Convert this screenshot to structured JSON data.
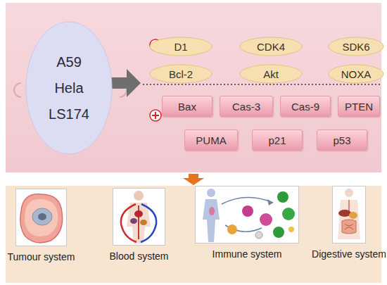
{
  "diagram": {
    "nodes": [
      {
        "text": [
          "A59",
          "Hela",
          "LS174"
        ]
      },
      {
        "text": [
          "D1"
        ]
      },
      {
        "text": [
          "CDK4"
        ]
      },
      {
        "text": [
          "SDK6"
        ]
      },
      {
        "text": [
          "Bcl-2"
        ]
      },
      {
        "text": [
          "Akt"
        ]
      },
      {
        "text": [
          "NOXA"
        ]
      },
      {
        "text": [
          "Bax"
        ]
      },
      {
        "text": [
          "Cas-3"
        ]
      },
      {
        "text": [
          "Cas-9"
        ]
      },
      {
        "text": [
          "PTEN"
        ]
      },
      {
        "text": [
          "PUMA"
        ]
      },
      {
        "text": [
          "p21"
        ]
      },
      {
        "text": [
          "p53"
        ]
      },
      {
        "text": [
          "Tumour system"
        ]
      },
      {
        "text": [
          "Blood system"
        ]
      },
      {
        "text": [
          "Immune system"
        ]
      },
      {
        "text": [
          "Digestive system"
        ]
      }
    ]
  }
}
